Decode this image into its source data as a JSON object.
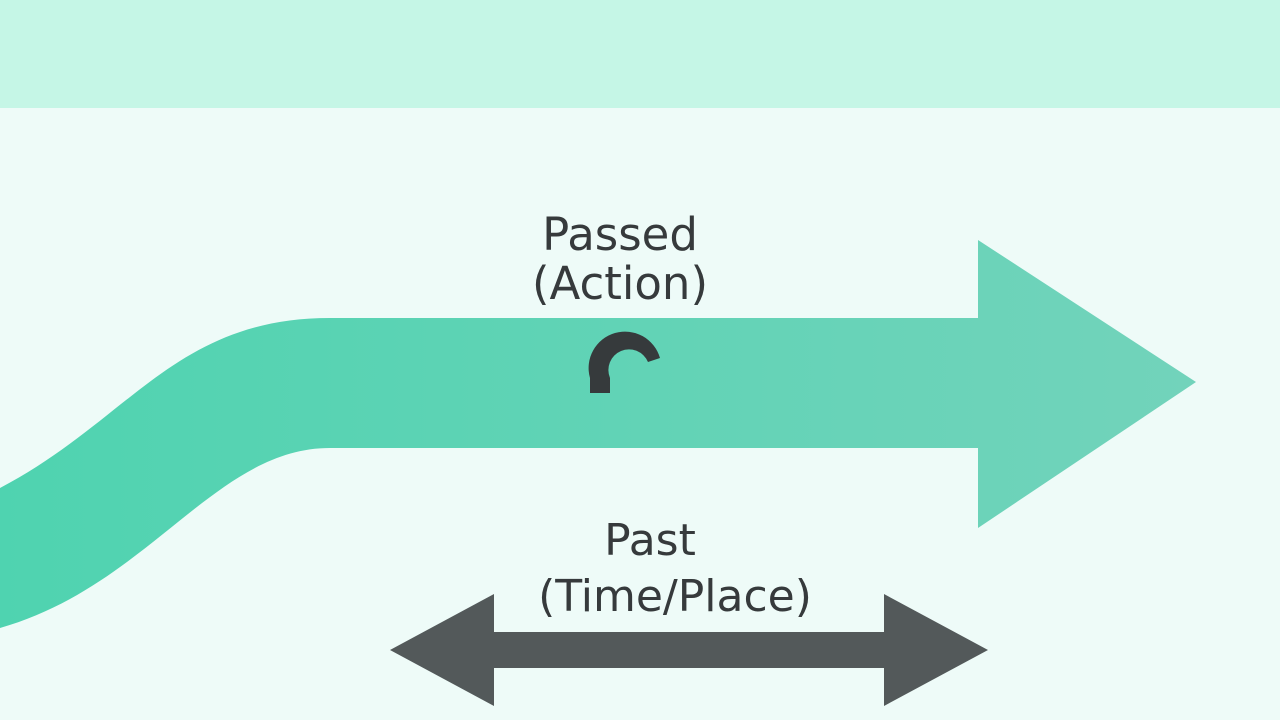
{
  "labels": {
    "passed_word": "Passed",
    "passed_sub": "(Action)",
    "past_word": "Past",
    "past_sub": "(Time/Place)"
  },
  "colors": {
    "background": "#eefbf8",
    "top_band": "#c5f6e6",
    "green_arrow_start": "#4fd3b0",
    "green_arrow_end": "#72d3bb",
    "dark_arrow": "#53595a",
    "text": "#363a3c"
  }
}
